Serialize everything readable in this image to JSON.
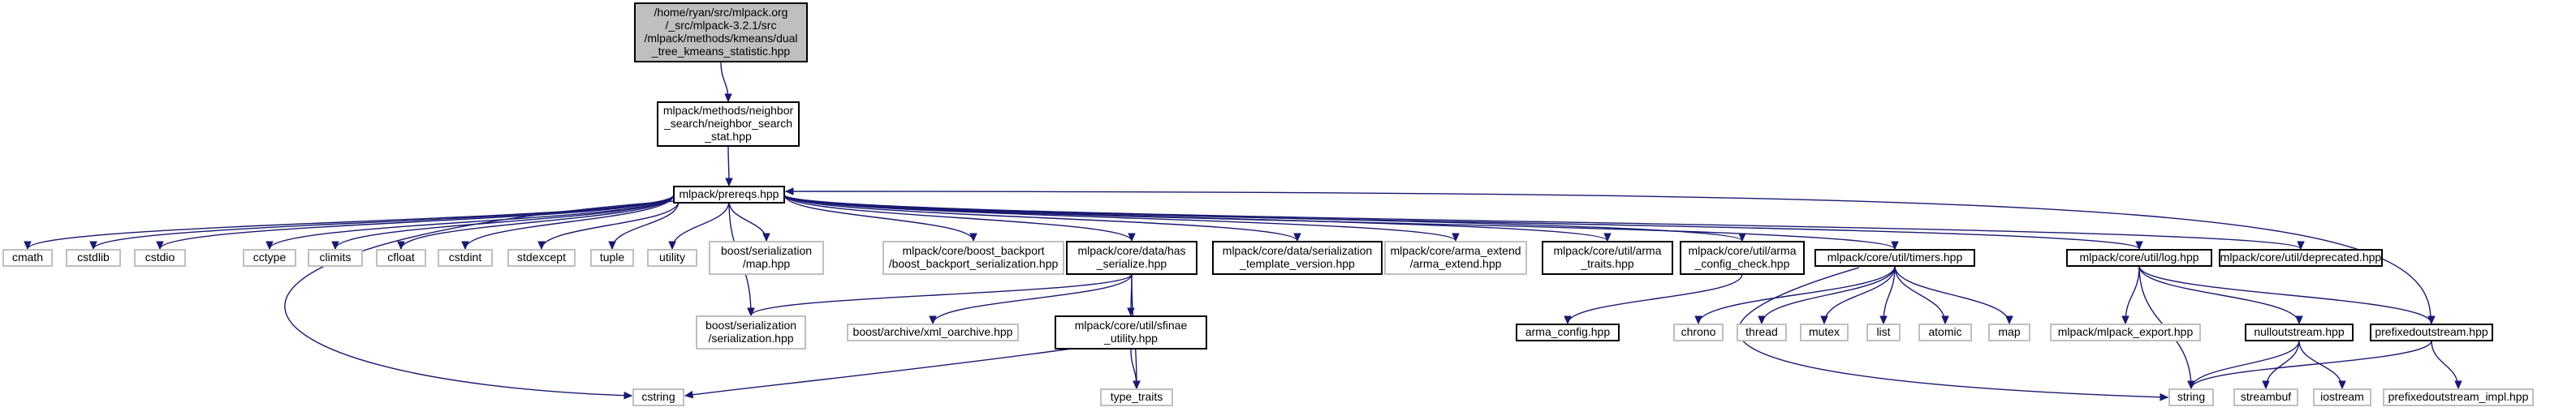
{
  "colors": {
    "edge": "#191970",
    "root_fill": "#bfbfbf",
    "root_stroke": "#000000",
    "doc_stroke": "#000000",
    "ext_stroke": "#bfbfbf",
    "node_fill": "#ffffff"
  },
  "nodes": [
    {
      "id": "root",
      "kind": "root",
      "lines": [
        "/home/ryan/src/mlpack.org",
        "/_src/mlpack-3.2.1/src",
        "/mlpack/methods/kmeans/dual",
        "_tree_kmeans_statistic.hpp"
      ]
    },
    {
      "id": "nss",
      "kind": "doc",
      "lines": [
        "mlpack/methods/neighbor",
        "_search/neighbor_search",
        "_stat.hpp"
      ]
    },
    {
      "id": "prereqs",
      "kind": "doc",
      "lines": [
        "mlpack/prereqs.hpp"
      ]
    },
    {
      "id": "cmath",
      "kind": "ext",
      "lines": [
        "cmath"
      ]
    },
    {
      "id": "cstdlib",
      "kind": "ext",
      "lines": [
        "cstdlib"
      ]
    },
    {
      "id": "cstdio",
      "kind": "ext",
      "lines": [
        "cstdio"
      ]
    },
    {
      "id": "cctype",
      "kind": "ext",
      "lines": [
        "cctype"
      ]
    },
    {
      "id": "climits",
      "kind": "ext",
      "lines": [
        "climits"
      ]
    },
    {
      "id": "cfloat",
      "kind": "ext",
      "lines": [
        "cfloat"
      ]
    },
    {
      "id": "cstdint",
      "kind": "ext",
      "lines": [
        "cstdint"
      ]
    },
    {
      "id": "stdexcept",
      "kind": "ext",
      "lines": [
        "stdexcept"
      ]
    },
    {
      "id": "tuple",
      "kind": "ext",
      "lines": [
        "tuple"
      ]
    },
    {
      "id": "utility",
      "kind": "ext",
      "lines": [
        "utility"
      ]
    },
    {
      "id": "bsmap",
      "kind": "ext",
      "lines": [
        "boost/serialization",
        "/map.hpp"
      ]
    },
    {
      "id": "bbackport",
      "kind": "ext",
      "lines": [
        "mlpack/core/boost_backport",
        "/boost_backport_serialization.hpp"
      ]
    },
    {
      "id": "hasser",
      "kind": "doc",
      "lines": [
        "mlpack/core/data/has",
        "_serialize.hpp"
      ]
    },
    {
      "id": "sertv",
      "kind": "doc",
      "lines": [
        "mlpack/core/data/serialization",
        "_template_version.hpp"
      ]
    },
    {
      "id": "armaext",
      "kind": "ext",
      "lines": [
        "mlpack/core/arma_extend",
        "/arma_extend.hpp"
      ]
    },
    {
      "id": "armatraits",
      "kind": "doc",
      "lines": [
        "mlpack/core/util/arma",
        "_traits.hpp"
      ]
    },
    {
      "id": "armacc",
      "kind": "doc",
      "lines": [
        "mlpack/core/util/arma",
        "_config_check.hpp"
      ]
    },
    {
      "id": "timers",
      "kind": "doc",
      "lines": [
        "mlpack/core/util/timers.hpp"
      ]
    },
    {
      "id": "log",
      "kind": "doc",
      "lines": [
        "mlpack/core/util/log.hpp"
      ]
    },
    {
      "id": "deprecated",
      "kind": "doc",
      "lines": [
        "mlpack/core/util/deprecated.hpp"
      ]
    },
    {
      "id": "bsser",
      "kind": "ext",
      "lines": [
        "boost/serialization",
        "/serialization.hpp"
      ]
    },
    {
      "id": "xml",
      "kind": "ext",
      "lines": [
        "boost/archive/xml_oarchive.hpp"
      ]
    },
    {
      "id": "sfinae",
      "kind": "doc",
      "lines": [
        "mlpack/core/util/sfinae",
        "_utility.hpp"
      ]
    },
    {
      "id": "armaconfig",
      "kind": "doc",
      "lines": [
        "arma_config.hpp"
      ]
    },
    {
      "id": "chrono",
      "kind": "ext",
      "lines": [
        "chrono"
      ]
    },
    {
      "id": "thread",
      "kind": "ext",
      "lines": [
        "thread"
      ]
    },
    {
      "id": "mutex",
      "kind": "ext",
      "lines": [
        "mutex"
      ]
    },
    {
      "id": "list",
      "kind": "ext",
      "lines": [
        "list"
      ]
    },
    {
      "id": "atomic",
      "kind": "ext",
      "lines": [
        "atomic"
      ]
    },
    {
      "id": "map",
      "kind": "ext",
      "lines": [
        "map"
      ]
    },
    {
      "id": "mlexport",
      "kind": "ext",
      "lines": [
        "mlpack/mlpack_export.hpp"
      ]
    },
    {
      "id": "nullout",
      "kind": "doc",
      "lines": [
        "nulloutstream.hpp"
      ]
    },
    {
      "id": "prefixed",
      "kind": "doc",
      "lines": [
        "prefixedoutstream.hpp"
      ]
    },
    {
      "id": "cstring",
      "kind": "ext",
      "lines": [
        "cstring"
      ]
    },
    {
      "id": "typetraits",
      "kind": "ext",
      "lines": [
        "type_traits"
      ]
    },
    {
      "id": "string",
      "kind": "ext",
      "lines": [
        "string"
      ]
    },
    {
      "id": "streambuf",
      "kind": "ext",
      "lines": [
        "streambuf"
      ]
    },
    {
      "id": "iostream",
      "kind": "ext",
      "lines": [
        "iostream"
      ]
    },
    {
      "id": "pfimpl",
      "kind": "ext",
      "lines": [
        "prefixedoutstream_impl.hpp"
      ]
    }
  ],
  "edges": [
    [
      "root",
      "nss"
    ],
    [
      "nss",
      "prereqs"
    ],
    [
      "prereqs",
      "cmath"
    ],
    [
      "prereqs",
      "cstdlib"
    ],
    [
      "prereqs",
      "cstdio"
    ],
    [
      "prereqs",
      "cctype"
    ],
    [
      "prereqs",
      "climits"
    ],
    [
      "prereqs",
      "cfloat"
    ],
    [
      "prereqs",
      "cstdint"
    ],
    [
      "prereqs",
      "stdexcept"
    ],
    [
      "prereqs",
      "tuple"
    ],
    [
      "prereqs",
      "utility"
    ],
    [
      "prereqs",
      "bsmap"
    ],
    [
      "prereqs",
      "bbackport"
    ],
    [
      "prereqs",
      "hasser"
    ],
    [
      "prereqs",
      "sertv"
    ],
    [
      "prereqs",
      "armaext"
    ],
    [
      "prereqs",
      "armatraits"
    ],
    [
      "prereqs",
      "armacc"
    ],
    [
      "prereqs",
      "timers"
    ],
    [
      "prereqs",
      "log"
    ],
    [
      "prereqs",
      "deprecated"
    ],
    [
      "prereqs",
      "bsser"
    ],
    [
      "prereqs",
      "cstring"
    ],
    [
      "hasser",
      "bsser"
    ],
    [
      "hasser",
      "xml"
    ],
    [
      "hasser",
      "sfinae"
    ],
    [
      "hasser",
      "typetraits"
    ],
    [
      "sfinae",
      "cstring"
    ],
    [
      "sfinae",
      "typetraits"
    ],
    [
      "armacc",
      "armaconfig"
    ],
    [
      "timers",
      "chrono"
    ],
    [
      "timers",
      "thread"
    ],
    [
      "timers",
      "mutex"
    ],
    [
      "timers",
      "list"
    ],
    [
      "timers",
      "atomic"
    ],
    [
      "timers",
      "map"
    ],
    [
      "timers",
      "string"
    ],
    [
      "log",
      "mlexport"
    ],
    [
      "log",
      "nullout"
    ],
    [
      "log",
      "prefixed"
    ],
    [
      "log",
      "string"
    ],
    [
      "nullout",
      "string"
    ],
    [
      "nullout",
      "streambuf"
    ],
    [
      "nullout",
      "iostream"
    ],
    [
      "prefixed",
      "string"
    ],
    [
      "prefixed",
      "pfimpl"
    ],
    [
      "prefixed",
      "prereqs"
    ]
  ]
}
